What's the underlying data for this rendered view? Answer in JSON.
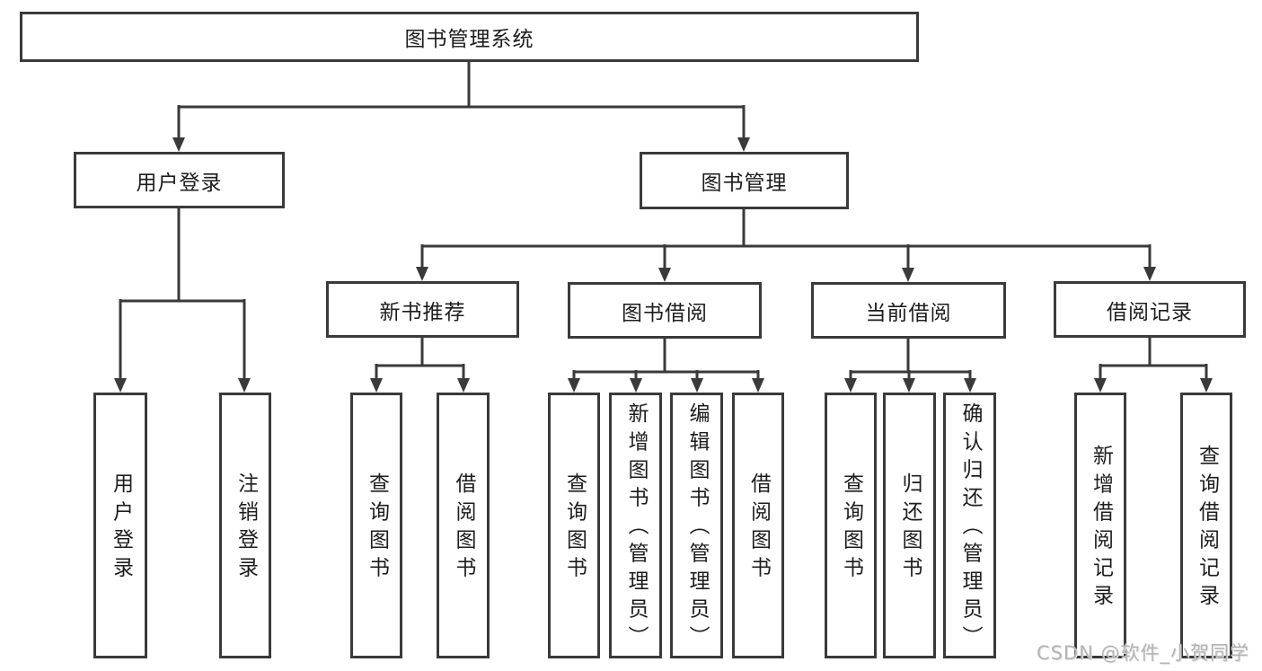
{
  "diagram": {
    "title": "图书管理系统",
    "watermark": "CSDN @软件_小贺同学",
    "nodes": {
      "user_login": {
        "label": "用户登录",
        "children": [
          "用户登录",
          "注销登录"
        ]
      },
      "book_management": {
        "label": "图书管理"
      },
      "new_book_recommend": {
        "label": "新书推荐",
        "children": [
          "查询图书",
          "借阅图书"
        ]
      },
      "book_borrow": {
        "label": "图书借阅",
        "children": [
          "查询图书",
          "新增图书（管理员）",
          "编辑图书（管理员）",
          "借阅图书"
        ]
      },
      "current_borrow": {
        "label": "当前借阅",
        "children": [
          "查询图书",
          "归还图书",
          "确认归还（管理员）"
        ]
      },
      "borrow_record": {
        "label": "借阅记录",
        "children": [
          "新增借阅记录",
          "查询借阅记录"
        ]
      }
    },
    "colors": {
      "line": "#3a3a3a",
      "text": "#1d1d1d",
      "watermark": "#b4b4b4"
    }
  }
}
